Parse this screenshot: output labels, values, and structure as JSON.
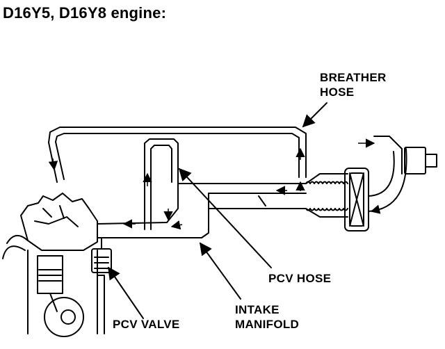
{
  "title": "D16Y5, D16Y8 engine:",
  "labels": {
    "breather_hose": [
      "BREATHER",
      "HOSE"
    ],
    "pcv_hose": "PCV HOSE",
    "intake_manifold": [
      "INTAKE",
      "MANIFOLD"
    ],
    "pcv_valve": "PCV VALVE"
  }
}
